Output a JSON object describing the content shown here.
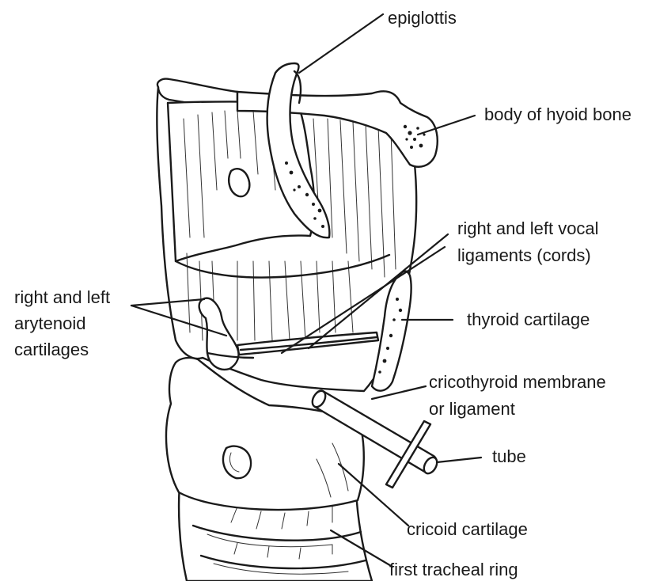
{
  "labels": {
    "epiglottis": "epiglottis",
    "hyoid": "body of hyoid bone",
    "vocal_1": "right and left vocal",
    "vocal_2": "ligaments (cords)",
    "arytenoid_1": "right and left",
    "arytenoid_2": "arytenoid",
    "arytenoid_3": "cartilages",
    "thyroid": "thyroid cartilage",
    "cricothyroid_1": "cricothyroid membrane",
    "cricothyroid_2": "or ligament",
    "tube": "tube",
    "cricoid": "cricoid cartilage",
    "tracheal": "first tracheal ring"
  }
}
